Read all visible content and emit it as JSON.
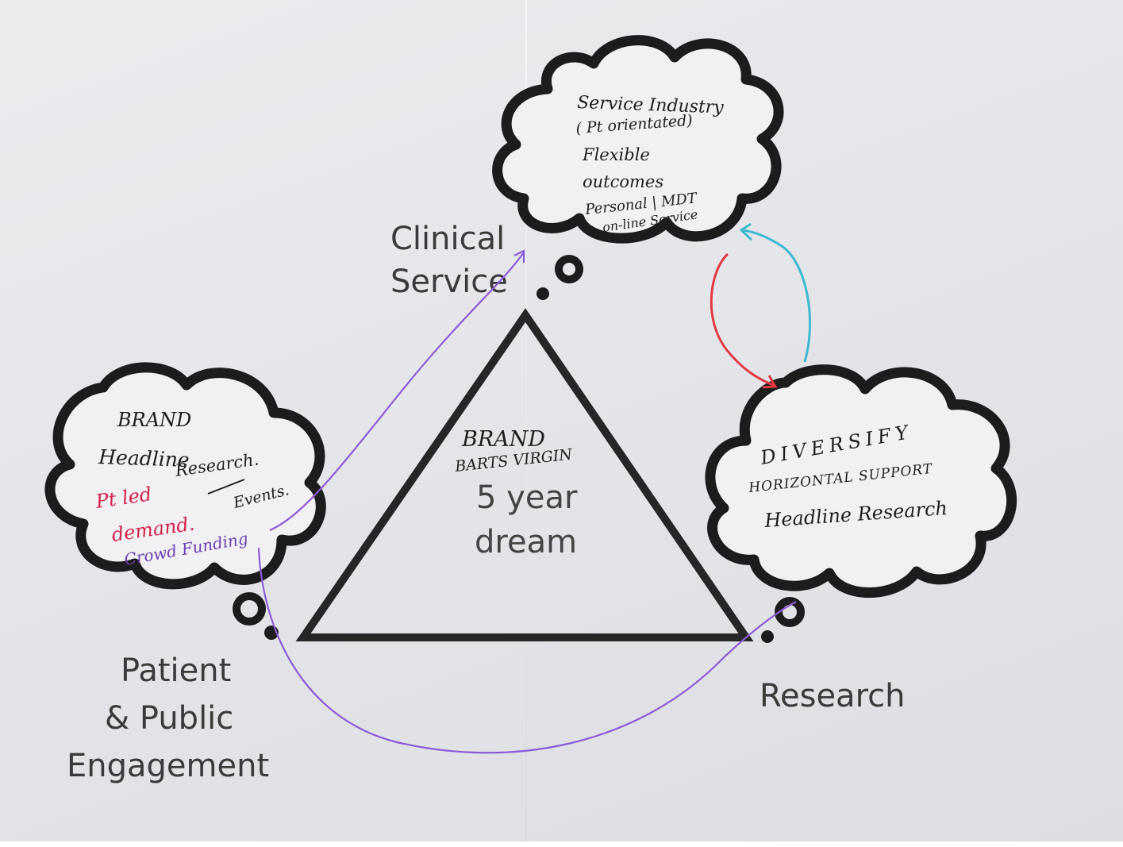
{
  "nodes": {
    "clinical": {
      "label_line1": "Clinical",
      "label_line2": "Service",
      "notes": [
        "Service Industry",
        "( Pt orientated)",
        "Flexible",
        "outcomes",
        "Personal | MDT",
        "on-line Service"
      ]
    },
    "patient": {
      "label_line1": "Patient",
      "label_line2": "& Public",
      "label_line3": "Engagement",
      "notes": [
        "BRAND",
        "Headline",
        "Research.",
        "Pt led",
        "demand.",
        "Events.",
        "Crowd Funding"
      ]
    },
    "research": {
      "label": "Research",
      "notes": [
        "DIVERSIFY",
        "HORIZONTAL SUPPORT",
        "Headline Research"
      ]
    }
  },
  "center": {
    "hand_line1": "BRAND",
    "hand_line2": "BARTS VIRGIN",
    "printed_line1": "5 year",
    "printed_line2": "dream"
  },
  "colors": {
    "ink": "#1c1c1c",
    "printed_text": "#3a3a3a",
    "red_pen": "#d4204a",
    "purple_pen": "#8a5ad6",
    "blue_pen": "#3fb8d0"
  }
}
